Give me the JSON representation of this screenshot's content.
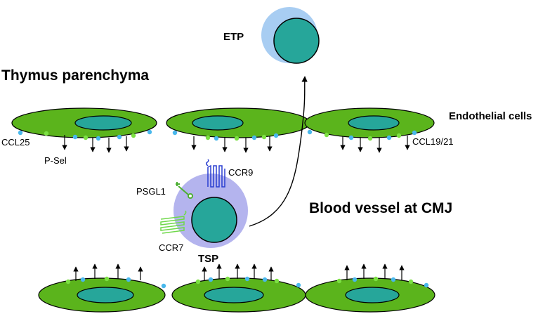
{
  "labels": {
    "etp": "ETP",
    "thymus_parenchyma": "Thymus parenchyma",
    "endothelial_cells": "Endothelial cells",
    "ccl25": "CCL25",
    "p_sel": "P-Sel",
    "ccl19_21": "CCL19/21",
    "ccr9": "CCR9",
    "psgl1": "PSGL1",
    "ccr7": "CCR7",
    "tsp": "TSP",
    "blood_vessel": "Blood vessel at CMJ"
  },
  "colors": {
    "endothelial_cell": "#5bb41c",
    "nucleus": "#26a69a",
    "etp_cytoplasm": "#a8cdf2",
    "tsp_cytoplasm": "#b4b4ee",
    "dot_blue": "#49b8ec",
    "dot_green": "#7ce043",
    "ccr9_receptor": "#2a3fd0",
    "psgl1_receptor": "#4caf32",
    "ccr7_receptor": "#6fd84a"
  },
  "icons": [
    "ccr9-receptor-icon",
    "psgl1-receptor-icon",
    "ccr7-receptor-icon"
  ]
}
